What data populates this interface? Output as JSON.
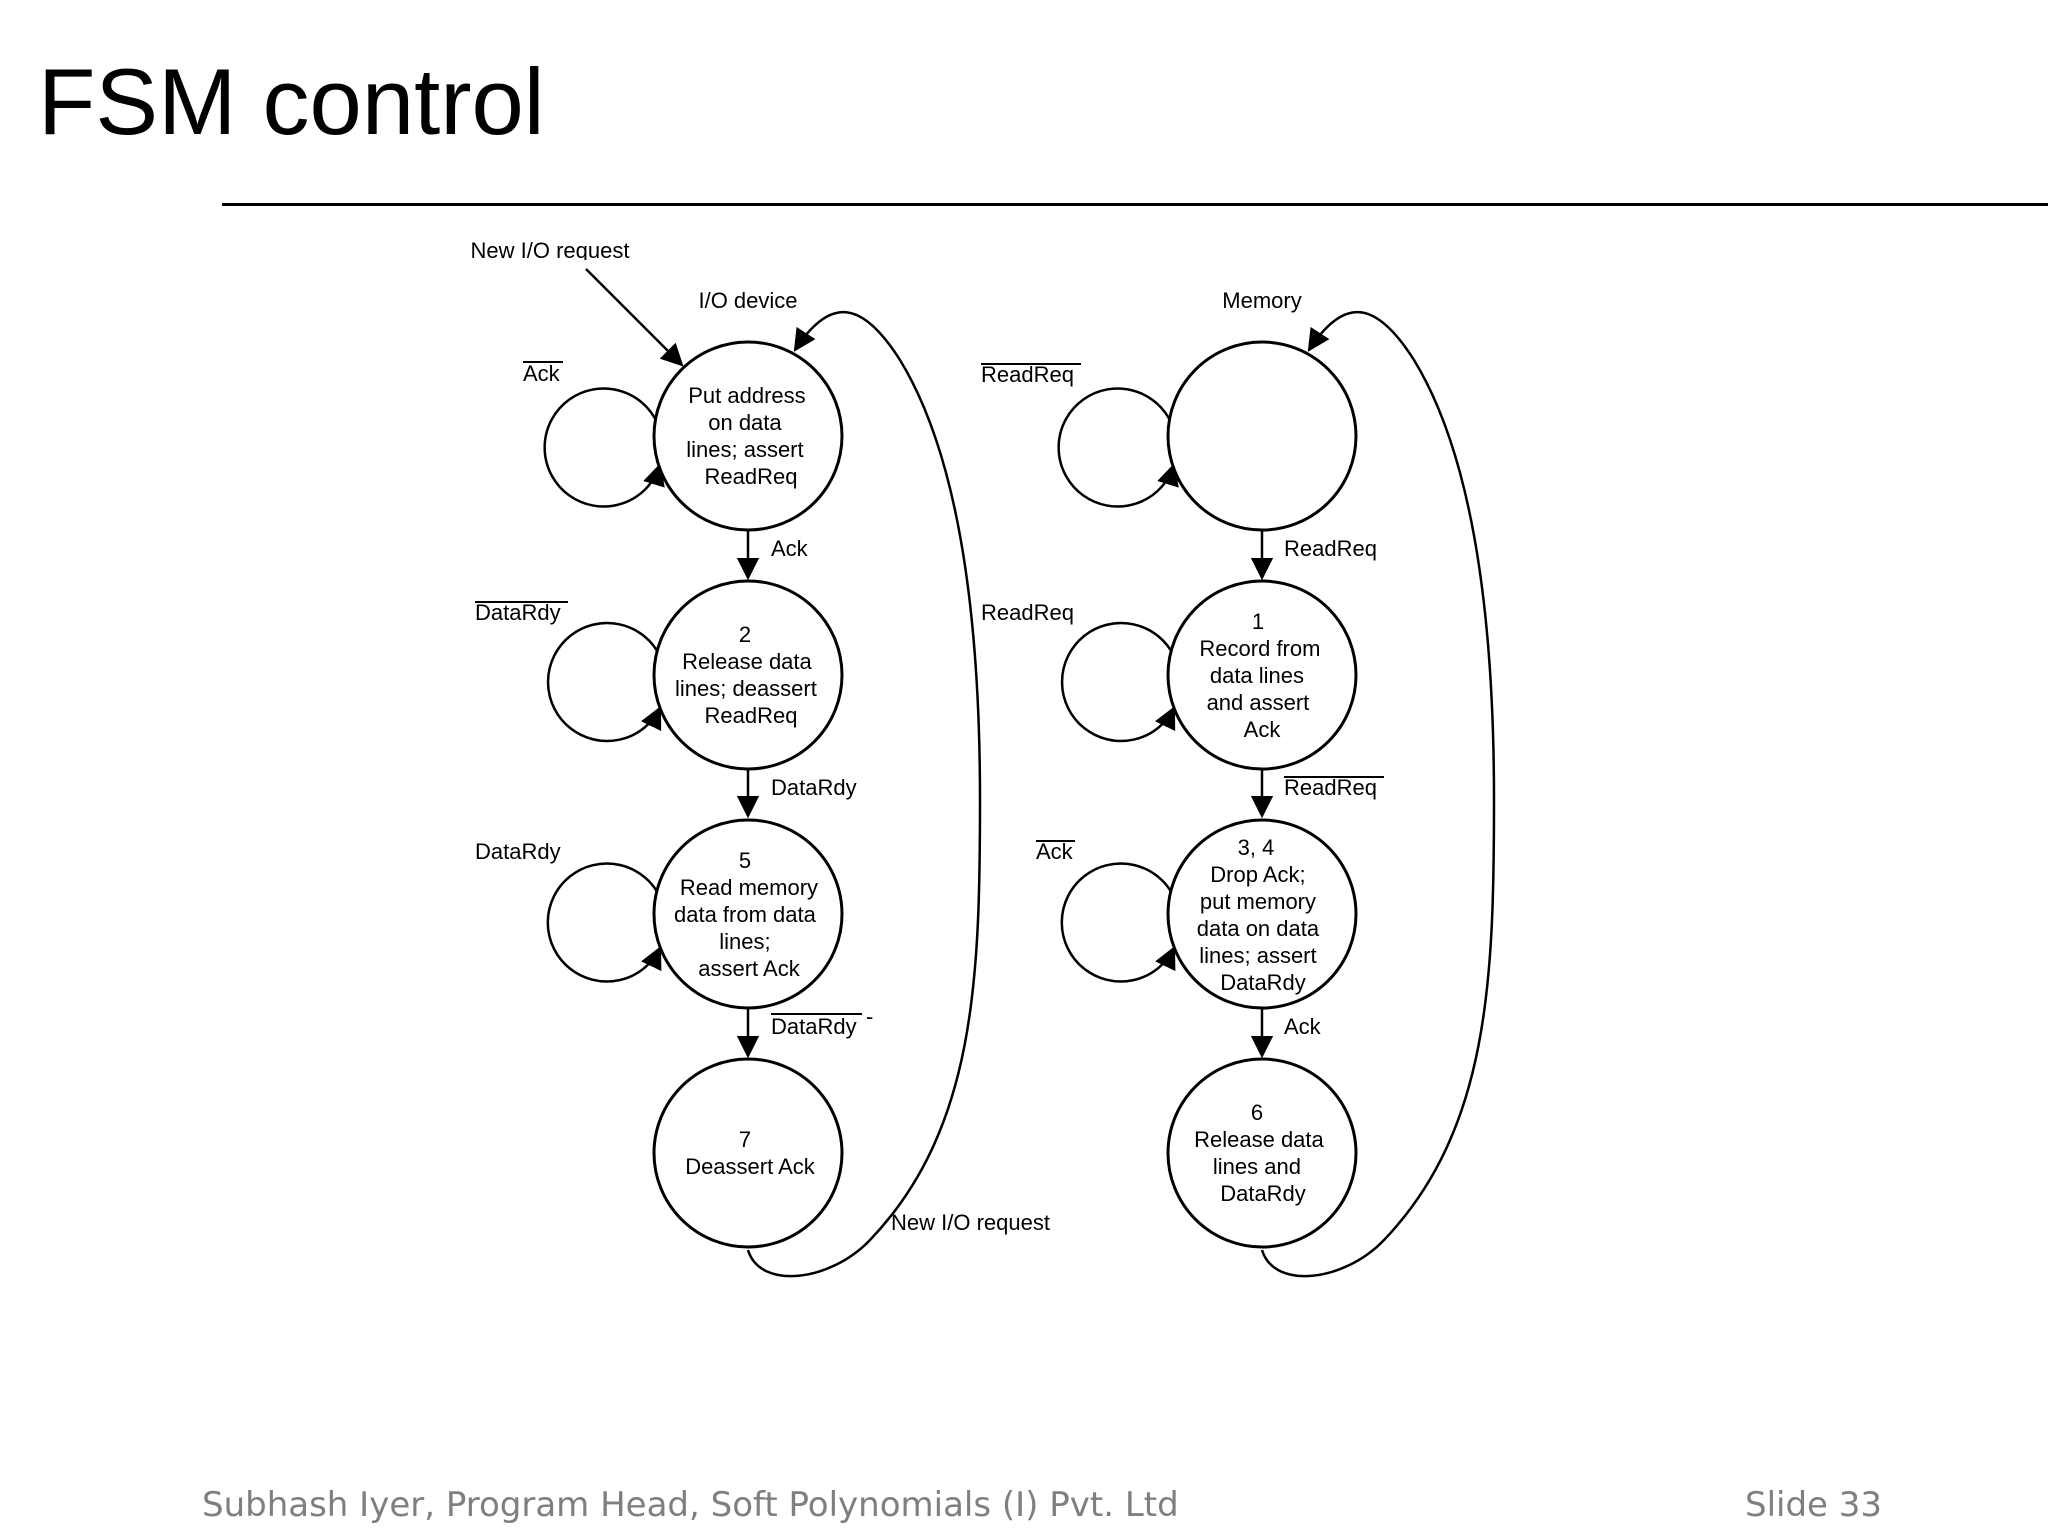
{
  "slide": {
    "title": "FSM control",
    "footer_left": "Subhash Iyer, Program Head, Soft Polynomials (I) Pvt. Ltd",
    "footer_right": "Slide 33"
  },
  "diagram": {
    "start_label": "New I/O request",
    "io_device": {
      "heading": "I/O device",
      "states": [
        {
          "lines": [
            "Put address",
            "on data",
            "lines; assert",
            "ReadReq"
          ],
          "self_loop": "Ack",
          "self_loop_overline": true
        },
        {
          "lines": [
            "2",
            "Release data",
            "lines; deassert",
            "ReadReq"
          ],
          "self_loop": "DataRdy",
          "self_loop_overline": true
        },
        {
          "lines": [
            "5",
            "Read memory",
            "data from data",
            "lines;",
            "assert Ack"
          ],
          "self_loop": "DataRdy",
          "self_loop_overline": false
        },
        {
          "lines": [
            "7",
            "Deassert Ack"
          ]
        }
      ],
      "transitions": [
        {
          "label": "Ack",
          "overline": false
        },
        {
          "label": "DataRdy",
          "overline": false
        },
        {
          "label": "DataRdy",
          "overline": true,
          "tick": "-"
        }
      ],
      "return_label": "New I/O request"
    },
    "memory": {
      "heading": "Memory",
      "states": [
        {
          "lines": [],
          "self_loop": "ReadReq",
          "self_loop_overline": true
        },
        {
          "lines": [
            "1",
            "Record from",
            "data lines",
            "and assert",
            "Ack"
          ],
          "self_loop": "ReadReq",
          "self_loop_overline": false
        },
        {
          "lines": [
            "3, 4",
            "Drop Ack;",
            "put memory",
            "data on data",
            "lines; assert",
            "DataRdy"
          ],
          "self_loop": "Ack",
          "self_loop_overline": true
        },
        {
          "lines": [
            "6",
            "Release data",
            "lines and",
            "DataRdy"
          ]
        }
      ],
      "transitions": [
        {
          "label": "ReadReq",
          "overline": false
        },
        {
          "label": "ReadReq",
          "overline": true
        },
        {
          "label": "Ack",
          "overline": false
        }
      ]
    }
  }
}
